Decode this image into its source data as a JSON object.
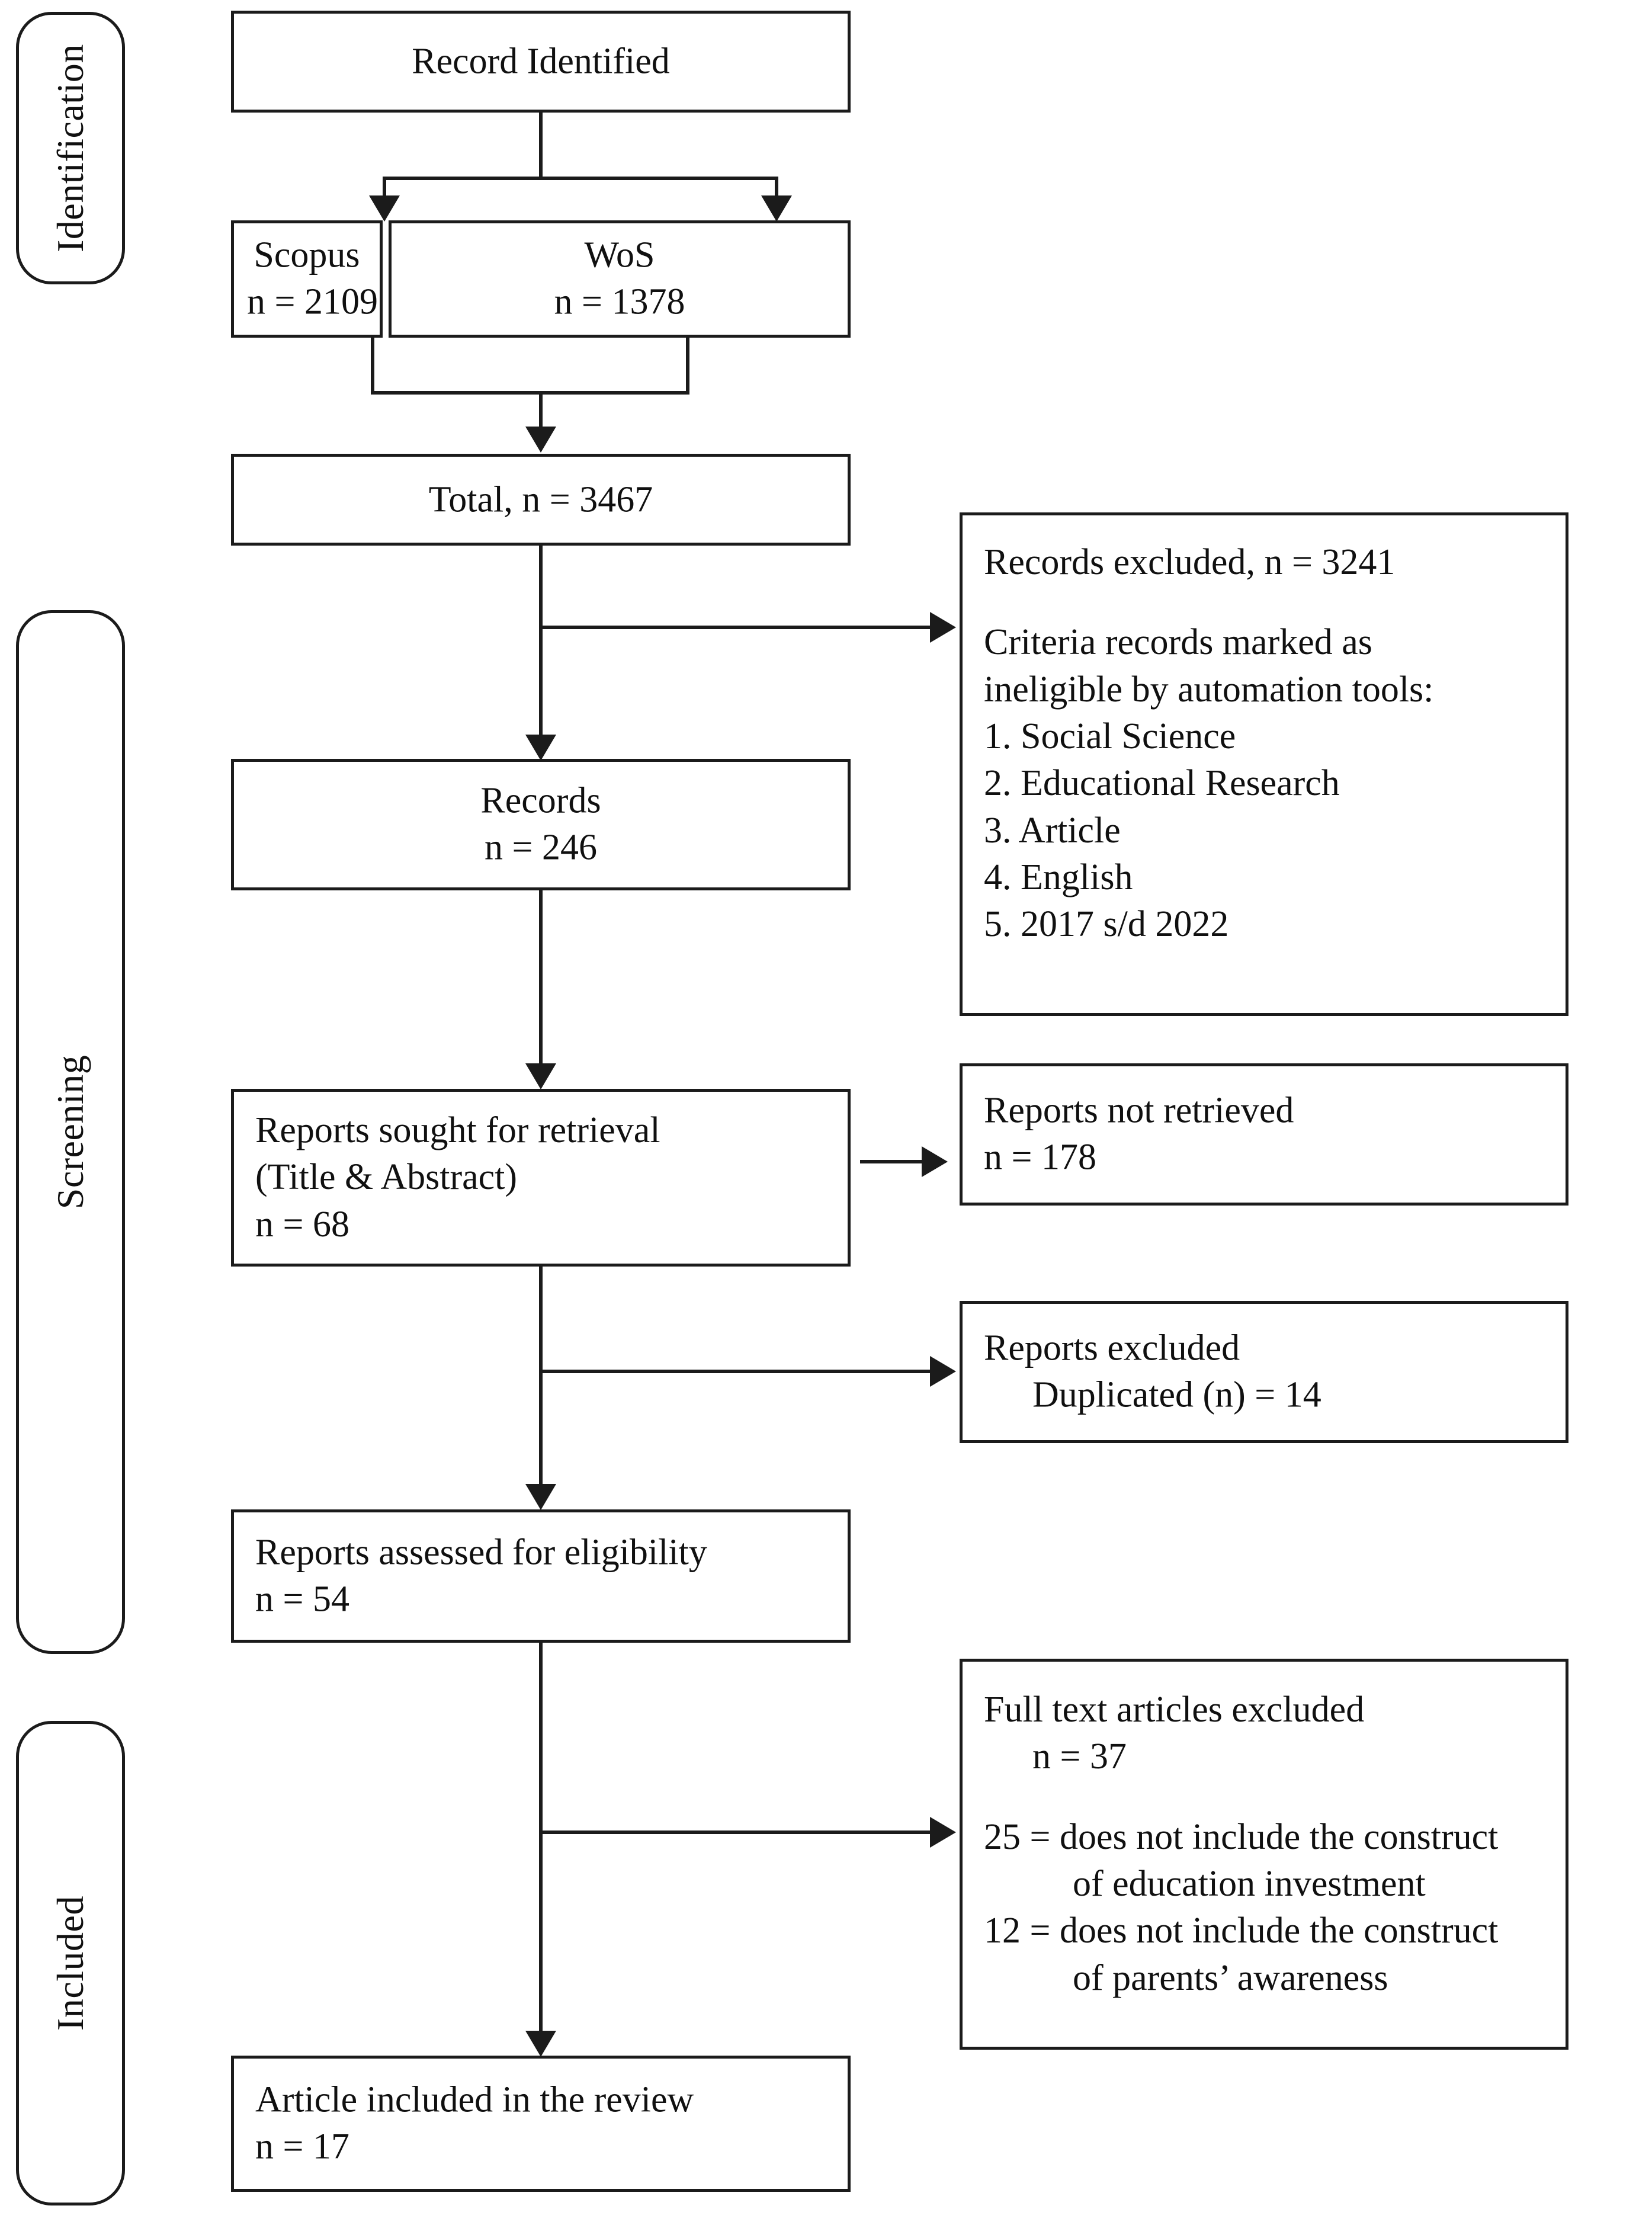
{
  "diagram": {
    "type": "prisma-flow-diagram",
    "phases": [
      {
        "id": "identification",
        "label": "Identification"
      },
      {
        "id": "screening",
        "label": "Screening"
      },
      {
        "id": "included",
        "label": "Included"
      }
    ],
    "nodes": {
      "record_identified": {
        "lines": [
          "Record Identified"
        ]
      },
      "scopus": {
        "lines": [
          "Scopus",
          "n = 2109"
        ],
        "source": "Scopus",
        "n": 2109
      },
      "wos": {
        "lines": [
          "WoS",
          "n = 1378"
        ],
        "source": "WoS",
        "n": 1378
      },
      "total": {
        "lines": [
          "Total, n = 3467"
        ],
        "n": 3467
      },
      "records_excluded": {
        "lines": [
          "Records excluded, n = 3241",
          "",
          "Criteria records marked as",
          "ineligible by automation tools:",
          "1. Social Science",
          "2. Educational Research",
          "3. Article",
          "4. English",
          "5. 2017 s/d 2022"
        ],
        "n": 3241,
        "criteria": [
          "1. Social Science",
          "2. Educational Research",
          "3. Article",
          "4. English",
          "5. 2017 s/d 2022"
        ]
      },
      "records": {
        "lines": [
          "Records",
          "n = 246"
        ],
        "n": 246
      },
      "reports_sought": {
        "lines": [
          "Reports sought for retrieval",
          "(Title & Abstract)",
          "n = 68"
        ],
        "n": 68
      },
      "reports_not_retrieved": {
        "lines": [
          "Reports not retrieved",
          "n = 178"
        ],
        "n": 178
      },
      "reports_excluded": {
        "lines": [
          "Reports excluded",
          "Duplicated (n) = 14"
        ],
        "n": 14
      },
      "reports_assessed": {
        "lines": [
          "Reports assessed for eligibility",
          "n = 54"
        ],
        "n": 54
      },
      "full_text_excluded": {
        "lines": [
          "Full text articles excluded",
          "n = 37",
          "",
          "25 = does not include the construct",
          "of education investment",
          "12 = does not include the construct",
          "of parents’ awareness"
        ],
        "n": 37,
        "reasons": [
          {
            "count": 25,
            "reason": "does not include the construct of education investment"
          },
          {
            "count": 12,
            "reason": "does not include the construct of parents’ awareness"
          }
        ]
      },
      "article_included": {
        "lines": [
          "Article included in the review",
          "n = 17"
        ],
        "n": 17
      }
    },
    "colors": {
      "stroke": "#1b1b1b",
      "background": "#ffffff",
      "text": "#101010"
    }
  }
}
